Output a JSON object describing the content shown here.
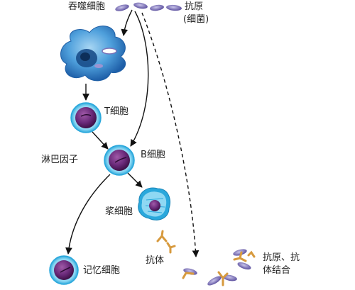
{
  "labels": {
    "phagocyte": "吞噬细胞",
    "antigen_line1": "抗原",
    "antigen_line2": "(细菌)",
    "t_cell": "T细胞",
    "lymphokine": "淋巴因子",
    "b_cell": "B细胞",
    "plasma_cell": "浆细胞",
    "memory_cell": "记忆细胞",
    "antibody": "抗体",
    "complex_line1": "抗原、抗",
    "complex_line2": "体结合"
  },
  "colors": {
    "cell_outer": "#38b9e6",
    "cell_inner": "#6a2a7a",
    "phagocyte": "#3a8fd0",
    "bacteria": "#7a72b8",
    "antibody": "#d79a3e",
    "arrow": "#111111"
  }
}
